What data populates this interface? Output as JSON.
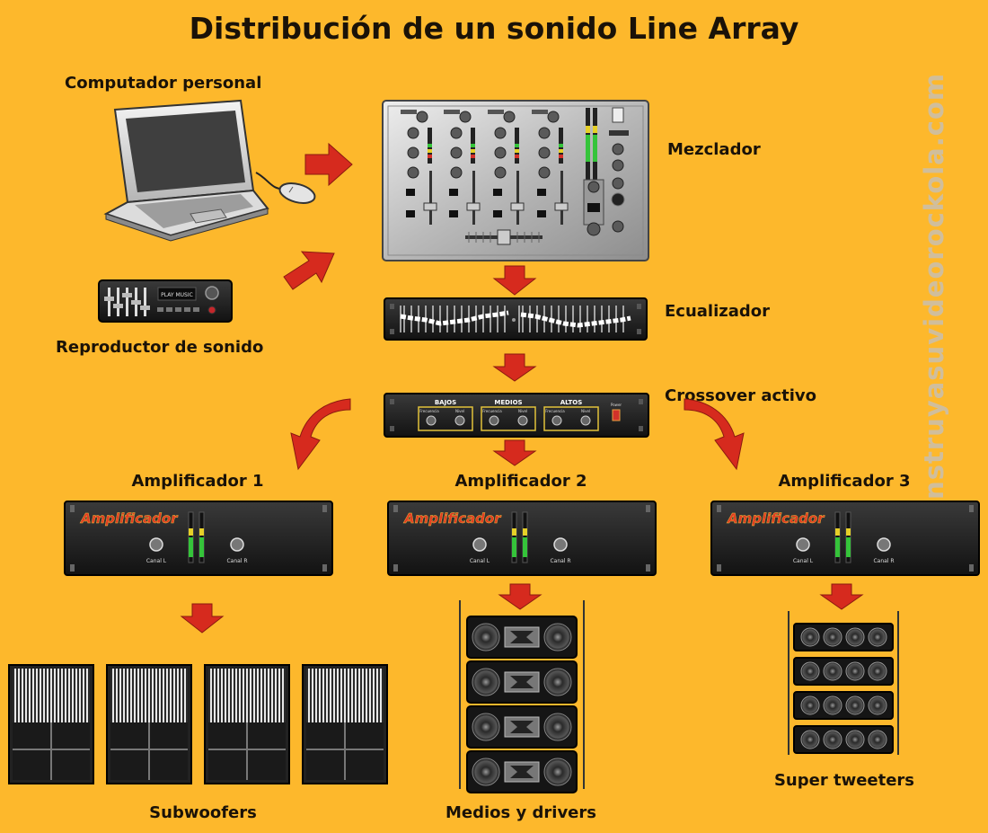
{
  "title": "Distribución de un sonido Line Array",
  "watermark": "Construyasuvideorockola.com",
  "labels": {
    "computer": "Computador personal",
    "player": "Reproductor de sonido",
    "mixer": "Mezclador",
    "equalizer": "Ecualizador",
    "crossover": "Crossover activo",
    "amp1": "Amplificador 1",
    "amp2": "Amplificador 2",
    "amp3": "Amplificador 3",
    "subwoofers": "Subwoofers",
    "mids": "Medios y drivers",
    "tweeters": "Super tweeters"
  },
  "player_display": "PLAY MUSIC",
  "crossover_panel": {
    "bands": [
      "BAJOS",
      "MEDIOS",
      "ALTOS"
    ],
    "freq_label": "Frecuencia",
    "level_label": "Nivel",
    "power_label": "Power"
  },
  "amplifier_panel": {
    "brand": "Amplificador",
    "channel_left": "Canal L",
    "channel_right": "Canal R"
  },
  "colors": {
    "background": "#fdb82c",
    "arrow": "#d62a1e",
    "device_dark": "#1b1b1b",
    "text": "#1a1208"
  }
}
